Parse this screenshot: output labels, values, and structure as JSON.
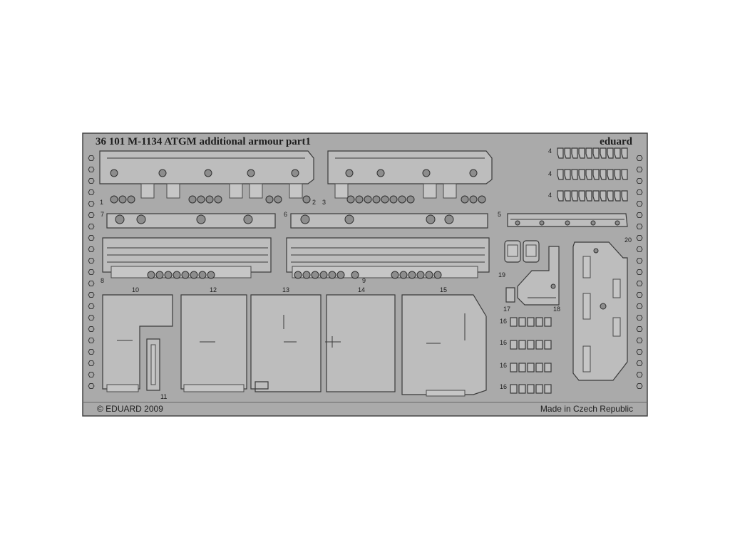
{
  "sheet": {
    "title": "36 101  M-1134 ATGM additional armour   part1",
    "brand": "eduard",
    "copyright": "© EDUARD 2009",
    "origin": "Made in Czech Republic",
    "colors": {
      "fret": "#aaaaaa",
      "part": "#bdbdbd",
      "outline": "#3a3a3a",
      "background": "#ffffff"
    }
  },
  "part_numbers": {
    "p1": "1",
    "p2": "2",
    "p3": "3",
    "p4a": "4",
    "p4b": "4",
    "p4c": "4",
    "p5": "5",
    "p6": "6",
    "p7": "7",
    "p8": "8",
    "p9": "9",
    "p10": "10",
    "p11": "11",
    "p12": "12",
    "p13": "13",
    "p14": "14",
    "p15": "15",
    "p16a": "16",
    "p16b": "16",
    "p16c": "16",
    "p16d": "16",
    "p17": "17",
    "p18": "18",
    "p19": "19",
    "p20": "20"
  }
}
